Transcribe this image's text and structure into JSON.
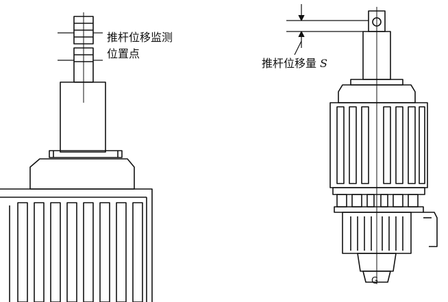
{
  "labels": {
    "monitor_line1": "推杆位移监测",
    "monitor_line2": "位置点",
    "displacement": "推杆位移量",
    "displacement_symbol": "S",
    "bottom_mark": "G"
  },
  "colors": {
    "line": "#111111",
    "background": "#ffffff"
  }
}
